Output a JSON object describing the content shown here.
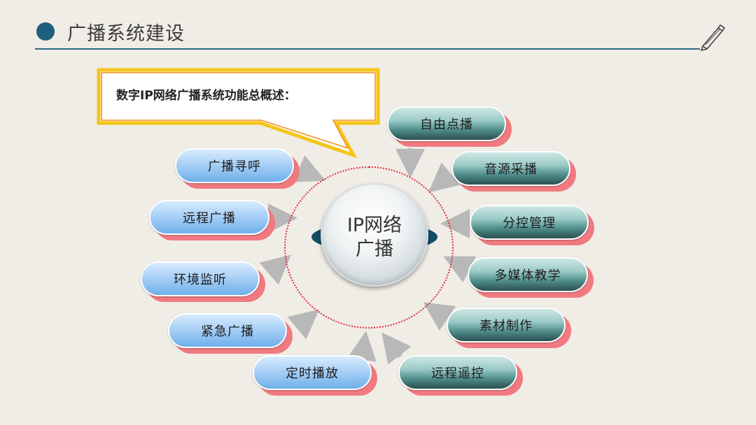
{
  "header": {
    "title": "广播系统建设"
  },
  "callout": {
    "text": "数字IP网络广播系统功能总概述："
  },
  "center": {
    "line1": "IP网络",
    "line2": "广播"
  },
  "left_items": [
    "广播寻呼",
    "远程广播",
    "环境监听",
    "紧急广播",
    "定时播放"
  ],
  "right_items": [
    "自由点播",
    "音源采播",
    "分控管理",
    "多媒体教学",
    "素材制作",
    "远程遥控"
  ],
  "colors": {
    "accent": "#1d5f7d",
    "ring": "#e02b3a",
    "shadow": "#f07a80",
    "callout_border": "#f5c518"
  }
}
